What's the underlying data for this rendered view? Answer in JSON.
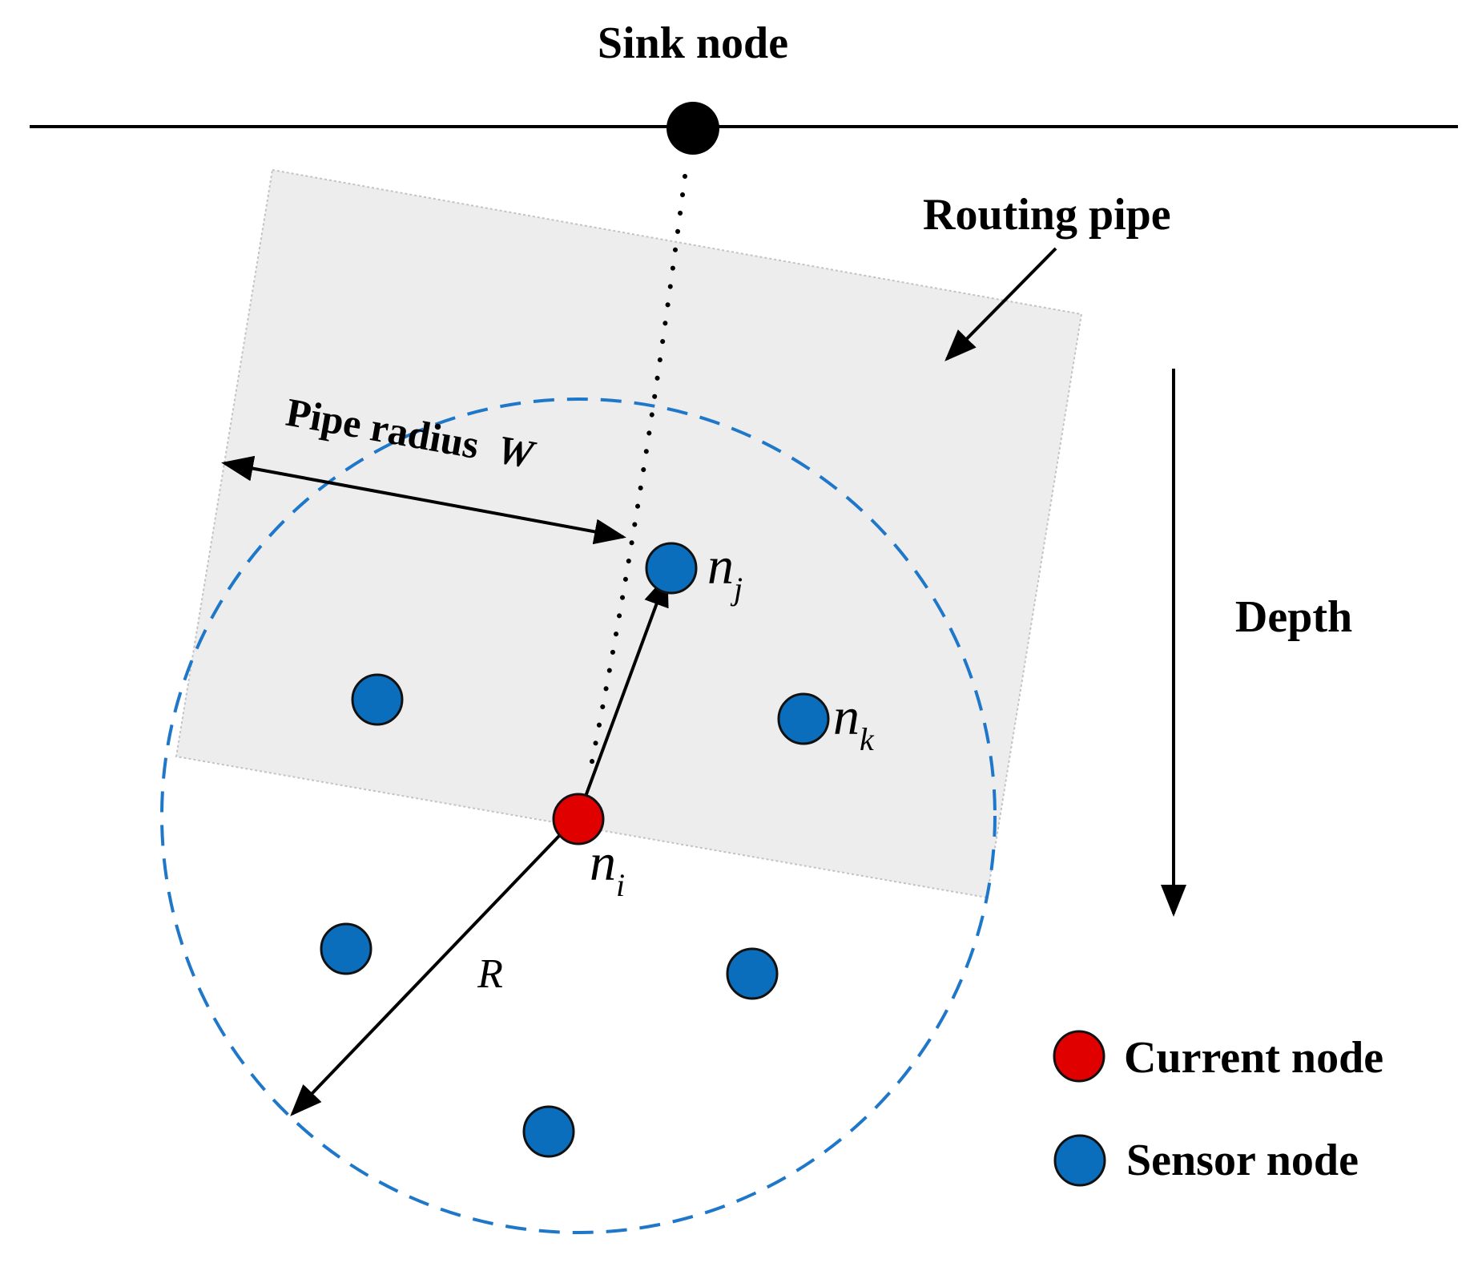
{
  "labels": {
    "sink_node": "Sink node",
    "routing_pipe": "Routing pipe",
    "pipe_radius": "Pipe radius",
    "pipe_radius_symbol": "W",
    "depth": "Depth",
    "range_symbol": "R"
  },
  "node_labels": {
    "nj_base": "n",
    "nj_sub": "j",
    "nk_base": "n",
    "nk_sub": "k",
    "ni_base": "n",
    "ni_sub": "i"
  },
  "legend": {
    "current_node": "Current node",
    "sensor_node": "Sensor node"
  },
  "colors": {
    "current_node": "#e00000",
    "sensor_node": "#0a6ebd",
    "range_circle": "#1f77c9",
    "pipe_fill": "#ececec"
  }
}
